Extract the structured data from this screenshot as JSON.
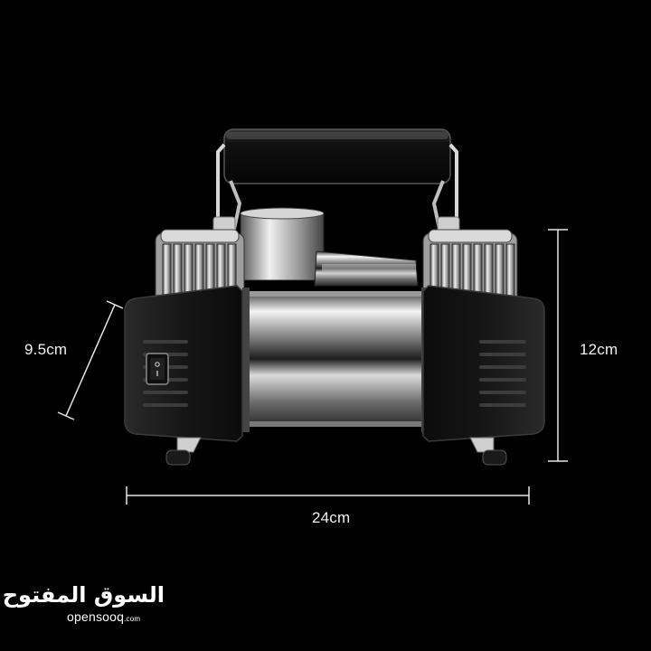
{
  "product_image": {
    "subject": "twin-cylinder air compressor",
    "background_color": "#000000"
  },
  "dimensions": {
    "depth_label": "9.5cm",
    "height_label": "12cm",
    "width_label": "24cm"
  },
  "watermark": {
    "arabic_text": "السوق المفتوح",
    "latin_text": "opensooq",
    "latin_tld": ".com"
  }
}
